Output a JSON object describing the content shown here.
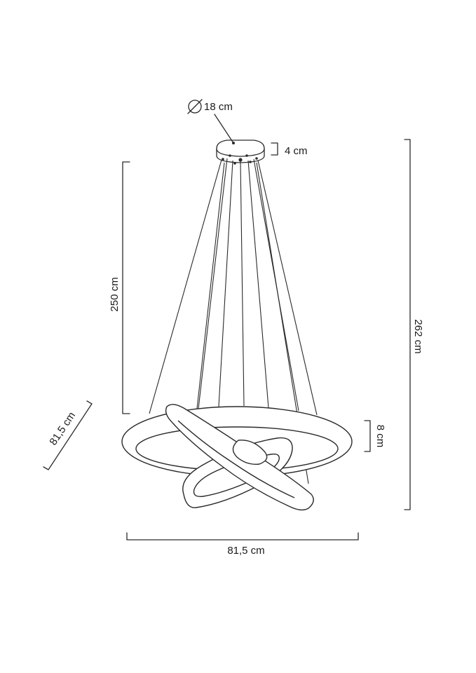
{
  "dimensions": {
    "canopy_diameter": "18 cm",
    "canopy_height": "4 cm",
    "cable_length": "250 cm",
    "total_height": "262 cm",
    "ring_height": "8 cm",
    "width": "81,5 cm",
    "depth": "81,5 cm"
  }
}
